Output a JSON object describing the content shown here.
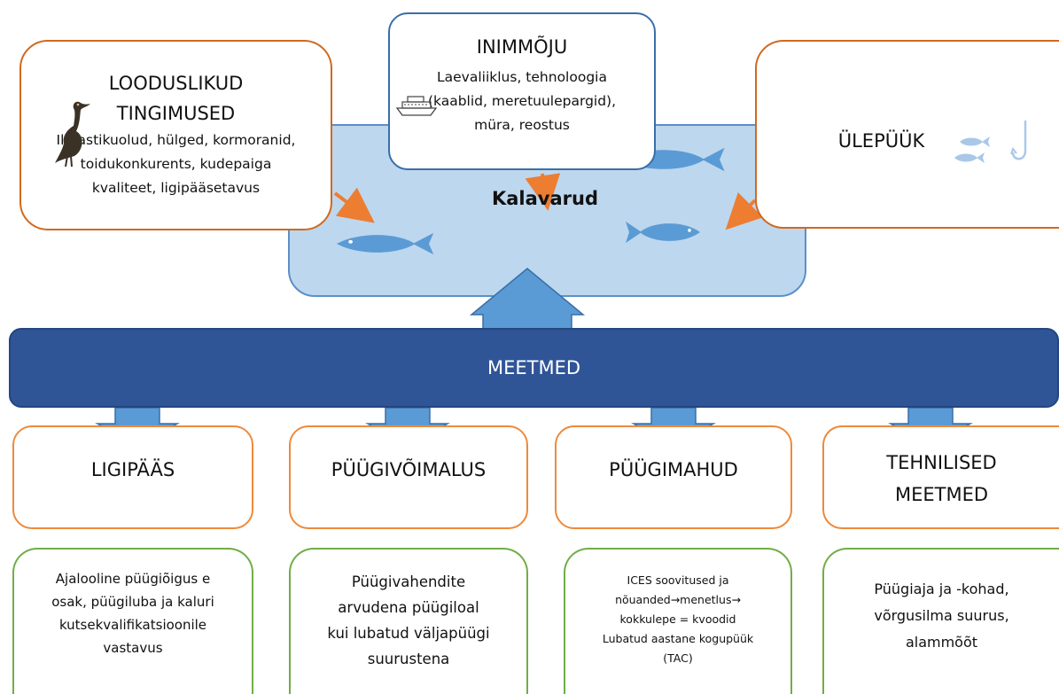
{
  "pool": {
    "label": "Kalavarud"
  },
  "natural": {
    "title_line1": "LOODUSLIKUD",
    "title_line2": "TINGIMUSED",
    "desc_lines": [
      "Ilmastikuolud, hülged, kormoranid,",
      "toidukonkurents, kudepaiga",
      "kvaliteet, ligipääsetavus"
    ]
  },
  "human": {
    "title": "INIMMÕJU",
    "desc_lines": [
      "Laevaliiklus, tehnoloogia",
      "(kaablid, meretuulepargid),",
      "müra, reostus"
    ]
  },
  "overfishing": {
    "title": "ÜLEPÜÜK"
  },
  "measures": {
    "label": "MEETMED"
  },
  "categories": [
    {
      "title_lines": [
        "LIGIPÄÄS"
      ]
    },
    {
      "title_lines": [
        "PÜÜGIVÕIMALUS"
      ]
    },
    {
      "title_lines": [
        "PÜÜGIMAHUD"
      ]
    },
    {
      "title_lines": [
        "TEHNILISED",
        "MEETMED"
      ]
    }
  ],
  "details": [
    {
      "lines": [
        "Ajalooline püügiõigus e",
        "osak, püügiluba ja kaluri",
        "kutsekvalifikatsioonile",
        "vastavus"
      ]
    },
    {
      "lines": [
        "Püügivahendite",
        "arvudena püügiloal",
        "kui lubatud väljapüügi",
        "suurustena"
      ]
    },
    {
      "lines": [
        "ICES soovitused ja",
        "nõuanded→menetlus→",
        "kokkulepe = kvoodid",
        "Lubatud aastane kogupüük",
        "(TAC)"
      ]
    },
    {
      "lines": [
        "Püügiaja ja -kohad,",
        "võrgusilma suurus,",
        "alammõõt"
      ]
    }
  ],
  "colors": {
    "pool": "#bdd7ee",
    "band": "#2f5597",
    "arrow": "#5b9bd5",
    "orange": "#ed7d31",
    "green": "#71ad47",
    "fish": "#5b9bd5"
  },
  "icons": [
    "cormorant-icon",
    "ship-icon",
    "fish-icon",
    "hook-icon"
  ]
}
